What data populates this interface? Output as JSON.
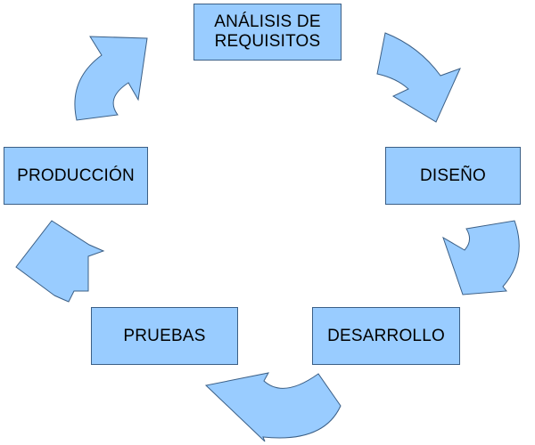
{
  "colors": {
    "box_fill": "#99ccff",
    "border": "#3b5f86",
    "text": "#000000"
  },
  "stages": [
    {
      "label": "ANÁLISIS DE\nREQUISITOS"
    },
    {
      "label": "DISEÑO"
    },
    {
      "label": "DESARROLLO"
    },
    {
      "label": "PRUEBAS"
    },
    {
      "label": "PRODUCCIÓN"
    }
  ],
  "connectors": [
    {
      "from": "ANÁLISIS DE REQUISITOS",
      "to": "DISEÑO",
      "icon": "curved-arrow-icon"
    },
    {
      "from": "DISEÑO",
      "to": "DESARROLLO",
      "icon": "curved-arrow-icon"
    },
    {
      "from": "DESARROLLO",
      "to": "PRUEBAS",
      "icon": "curved-arrow-icon"
    },
    {
      "from": "PRUEBAS",
      "to": "PRODUCCIÓN",
      "icon": "curved-arrow-icon"
    },
    {
      "from": "PRODUCCIÓN",
      "to": "ANÁLISIS DE REQUISITOS",
      "icon": "curved-arrow-icon"
    }
  ]
}
